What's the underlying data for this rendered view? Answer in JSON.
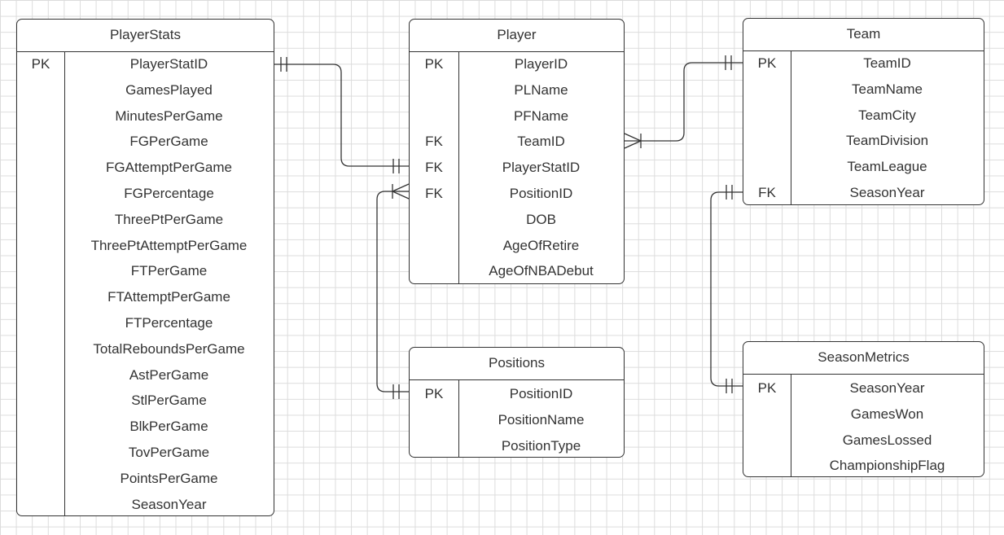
{
  "entities": {
    "playerstats": {
      "title": "PlayerStats",
      "rows": [
        {
          "key": "PK",
          "field": "PlayerStatID"
        },
        {
          "key": "",
          "field": "GamesPlayed"
        },
        {
          "key": "",
          "field": "MinutesPerGame"
        },
        {
          "key": "",
          "field": "FGPerGame"
        },
        {
          "key": "",
          "field": "FGAttemptPerGame"
        },
        {
          "key": "",
          "field": "FGPercentage"
        },
        {
          "key": "",
          "field": "ThreePtPerGame"
        },
        {
          "key": "",
          "field": "ThreePtAttemptPerGame"
        },
        {
          "key": "",
          "field": "FTPerGame"
        },
        {
          "key": "",
          "field": "FTAttemptPerGame"
        },
        {
          "key": "",
          "field": "FTPercentage"
        },
        {
          "key": "",
          "field": "TotalReboundsPerGame"
        },
        {
          "key": "",
          "field": "AstPerGame"
        },
        {
          "key": "",
          "field": "StlPerGame"
        },
        {
          "key": "",
          "field": "BlkPerGame"
        },
        {
          "key": "",
          "field": "TovPerGame"
        },
        {
          "key": "",
          "field": "PointsPerGame"
        },
        {
          "key": "",
          "field": "SeasonYear"
        }
      ]
    },
    "player": {
      "title": "Player",
      "rows": [
        {
          "key": "PK",
          "field": "PlayerID"
        },
        {
          "key": "",
          "field": "PLName"
        },
        {
          "key": "",
          "field": "PFName"
        },
        {
          "key": "FK",
          "field": "TeamID"
        },
        {
          "key": "FK",
          "field": "PlayerStatID"
        },
        {
          "key": "FK",
          "field": "PositionID"
        },
        {
          "key": "",
          "field": "DOB"
        },
        {
          "key": "",
          "field": "AgeOfRetire"
        },
        {
          "key": "",
          "field": "AgeOfNBADebut"
        }
      ]
    },
    "team": {
      "title": "Team",
      "rows": [
        {
          "key": "PK",
          "field": "TeamID"
        },
        {
          "key": "",
          "field": "TeamName"
        },
        {
          "key": "",
          "field": "TeamCity"
        },
        {
          "key": "",
          "field": "TeamDivision"
        },
        {
          "key": "",
          "field": "TeamLeague"
        },
        {
          "key": "FK",
          "field": "SeasonYear"
        }
      ]
    },
    "positions": {
      "title": "Positions",
      "rows": [
        {
          "key": "PK",
          "field": "PositionID"
        },
        {
          "key": "",
          "field": "PositionName"
        },
        {
          "key": "",
          "field": "PositionType"
        }
      ]
    },
    "seasonmetrics": {
      "title": "SeasonMetrics",
      "rows": [
        {
          "key": "PK",
          "field": "SeasonYear"
        },
        {
          "key": "",
          "field": "GamesWon"
        },
        {
          "key": "",
          "field": "GamesLossed"
        },
        {
          "key": "",
          "field": "ChampionshipFlag"
        }
      ]
    }
  },
  "relationships": [
    {
      "name": "playerstats-to-player",
      "from": "PlayerStats.PlayerStatID",
      "to": "Player.PlayerStatID",
      "from_end": "one-and-only-one",
      "to_end": "one-and-only-one"
    },
    {
      "name": "team-to-player",
      "from": "Team.TeamID",
      "to": "Player.TeamID",
      "from_end": "one-and-only-one",
      "to_end": "one-or-many"
    },
    {
      "name": "positions-to-player",
      "from": "Positions.PositionID",
      "to": "Player.PositionID",
      "from_end": "one-and-only-one",
      "to_end": "one-or-many"
    },
    {
      "name": "seasonmetrics-to-team",
      "from": "SeasonMetrics.SeasonYear",
      "to": "Team.SeasonYear",
      "from_end": "one-and-only-one",
      "to_end": "one-and-only-one"
    }
  ]
}
